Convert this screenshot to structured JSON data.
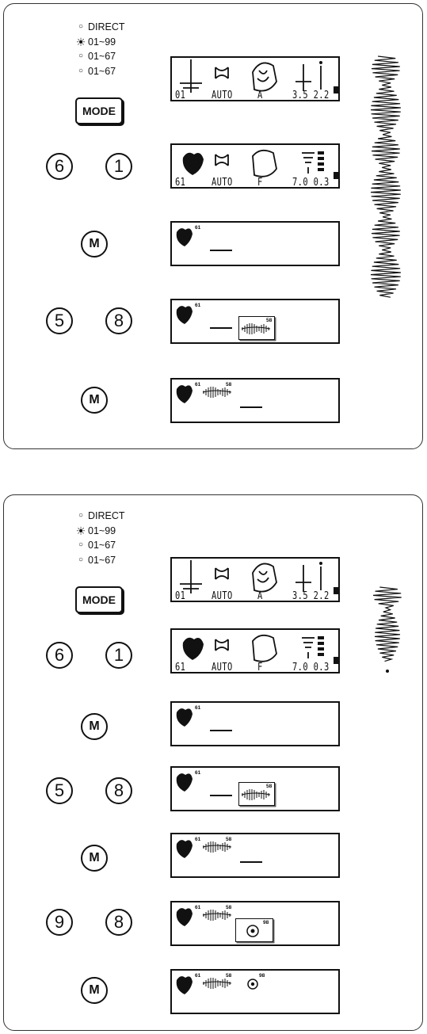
{
  "panels": [
    {
      "modes": [
        {
          "bullet": "○",
          "label": "DIRECT"
        },
        {
          "bullet": "☀",
          "label": "01~99"
        },
        {
          "bullet": "○",
          "label": "01~67"
        },
        {
          "bullet": "○",
          "label": "01~67"
        }
      ],
      "mode_button": "MODE",
      "display_1": {
        "left": "01",
        "mid": "AUTO",
        "foot": "A",
        "right": "3.5 2.2"
      },
      "display_2": {
        "left": "61",
        "mid": "AUTO",
        "foot": "F",
        "right": "7.0 0.3"
      },
      "rows": [
        {
          "keys": [
            "6",
            "1"
          ]
        },
        {
          "keys": [
            "M"
          ]
        },
        {
          "keys": [
            "5",
            "8"
          ]
        },
        {
          "keys": [
            "M"
          ]
        }
      ],
      "pattern_numbers": {
        "heart": "61",
        "wave": "58"
      }
    },
    {
      "modes": [
        {
          "bullet": "○",
          "label": "DIRECT"
        },
        {
          "bullet": "☀",
          "label": "01~99"
        },
        {
          "bullet": "○",
          "label": "01~67"
        },
        {
          "bullet": "○",
          "label": "01~67"
        }
      ],
      "mode_button": "MODE",
      "display_1": {
        "left": "01",
        "mid": "AUTO",
        "foot": "A",
        "right": "3.5 2.2"
      },
      "display_2": {
        "left": "61",
        "mid": "AUTO",
        "foot": "F",
        "right": "7.0 0.3"
      },
      "rows": [
        {
          "keys": [
            "6",
            "1"
          ]
        },
        {
          "keys": [
            "M"
          ]
        },
        {
          "keys": [
            "5",
            "8"
          ]
        },
        {
          "keys": [
            "M"
          ]
        },
        {
          "keys": [
            "9",
            "8"
          ]
        },
        {
          "keys": [
            "M"
          ]
        }
      ],
      "pattern_numbers": {
        "heart": "61",
        "wave": "58",
        "dot": "98"
      }
    }
  ]
}
